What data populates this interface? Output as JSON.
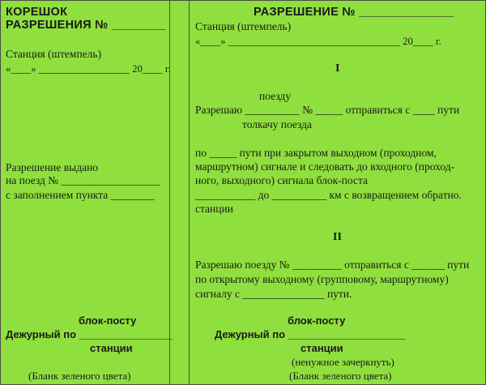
{
  "stub": {
    "title_line1": "КОРЕШОК",
    "title_line2": "РАЗРЕШЕНИЯ № ________",
    "station": "Станция (штемпель)",
    "date": "«____» __________________ 20____ г.",
    "issued_line1": "Разрешение выдано",
    "issued_line2": "на поезд № __________________",
    "issued_line3": "с заполнением пункта ________",
    "blockpost_label": "блок-посту",
    "duty_line": "Дежурный по ________________",
    "station_label": "станции",
    "footer": "(Бланк зеленого цвета)"
  },
  "permit": {
    "title": "РАЗРЕШЕНИЕ № ______________",
    "station": "Станция (штемпель)",
    "date": "«____» __________________________________ 20____ г.",
    "section1_numeral": "I",
    "s1_train": "поезду",
    "s1_line1": "Разрешаю __________ № _____ отправиться с ____ пути",
    "s1_pusher": "толкачу поезда",
    "s1_p1": "по _____ пути при закрытом выходном (проходном,",
    "s1_p2": "маршрутном) сигнале и следовать до входного (проход-",
    "s1_p3": "ного, выходного) сигнала блок-поста",
    "s1_p4": "___________ до __________ км с возвращением обратно.",
    "s1_p5": "станции",
    "section2_numeral": "II",
    "s2_l1": "Разрешаю поезду № _________ отправиться с ______ пути",
    "s2_l2": "по открытому выходному (групповому, маршрутному)",
    "s2_l3": "сигналу с _______________ пути.",
    "blockpost_label": "блок-посту",
    "duty_line": "Дежурный по ____________________",
    "station_label": "станции",
    "strike_note": "(ненужное зачеркнуть)",
    "footer": "(Бланк зеленого цвета)"
  }
}
